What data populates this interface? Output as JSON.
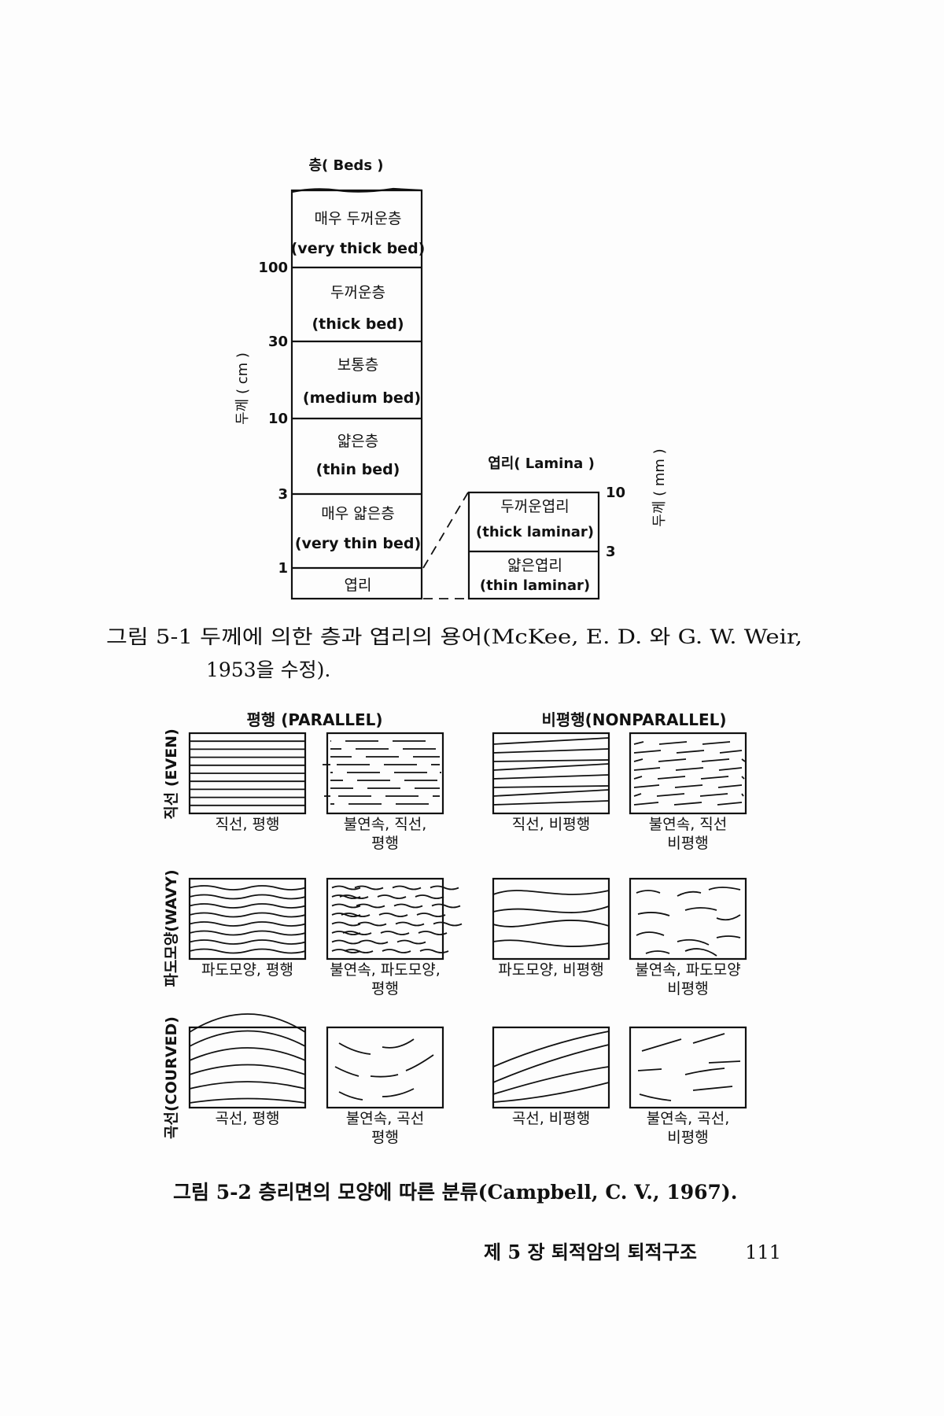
{
  "figure1": {
    "beds_title": "층( Beds )",
    "axis_left": "두께 ( cm )",
    "axis_right": "두께 ( mm )",
    "beds": [
      {
        "ko": "매우 두꺼운층",
        "en": "(very thick bed)"
      },
      {
        "ko": "두꺼운층",
        "en": "(thick bed)"
      },
      {
        "ko": "보통층",
        "en": "(medium bed)"
      },
      {
        "ko": "얇은층",
        "en": "(thin bed)"
      },
      {
        "ko": "매우 얇은층",
        "en": "(very thin bed)"
      },
      {
        "ko": "엽리",
        "en": ""
      }
    ],
    "bed_ticks": [
      "100",
      "30",
      "10",
      "3",
      "1"
    ],
    "lamina_title": "엽리( Lamina )",
    "lamina": [
      {
        "ko": "두꺼운엽리",
        "en": "(thick laminar)"
      },
      {
        "ko": "얇은엽리",
        "en": "(thin laminar)"
      }
    ],
    "lamina_ticks": [
      "10",
      "3"
    ],
    "caption_line1": "그림 5-1  두께에  의한  층과  엽리의  용어(McKee, E. D. 와  G. W. Weir,",
    "caption_line2": "1953을 수정)."
  },
  "figure2": {
    "col_headers": [
      "평행 (PARALLEL)",
      "비평행(NONPARALLEL)"
    ],
    "row_labels": [
      "직선 (EVEN)",
      "파도모양(WAVY)",
      "곡선(COURVED)"
    ],
    "cells": [
      [
        [
          "직선, 평행",
          ""
        ],
        [
          "불연속, 직선,",
          "평행"
        ],
        [
          "직선, 비평행",
          ""
        ],
        [
          "불연속, 직선",
          "비평행"
        ]
      ],
      [
        [
          "파도모양, 평행",
          ""
        ],
        [
          "불연속, 파도모양,",
          "평행"
        ],
        [
          "파도모양, 비평행",
          ""
        ],
        [
          "불연속, 파도모양",
          "비평행"
        ]
      ],
      [
        [
          "곡선, 평행",
          ""
        ],
        [
          "불연속, 곡선",
          "평행"
        ],
        [
          "곡선, 비평행",
          ""
        ],
        [
          "불연속, 곡선,",
          "비평행"
        ]
      ]
    ],
    "caption": "그림 5-2  층리면의 모양에 따른 분류(Campbell, C. V., 1967)."
  },
  "footer": {
    "chapter": "제 5 장  퇴적암의 퇴적구조",
    "page_number": "111"
  }
}
